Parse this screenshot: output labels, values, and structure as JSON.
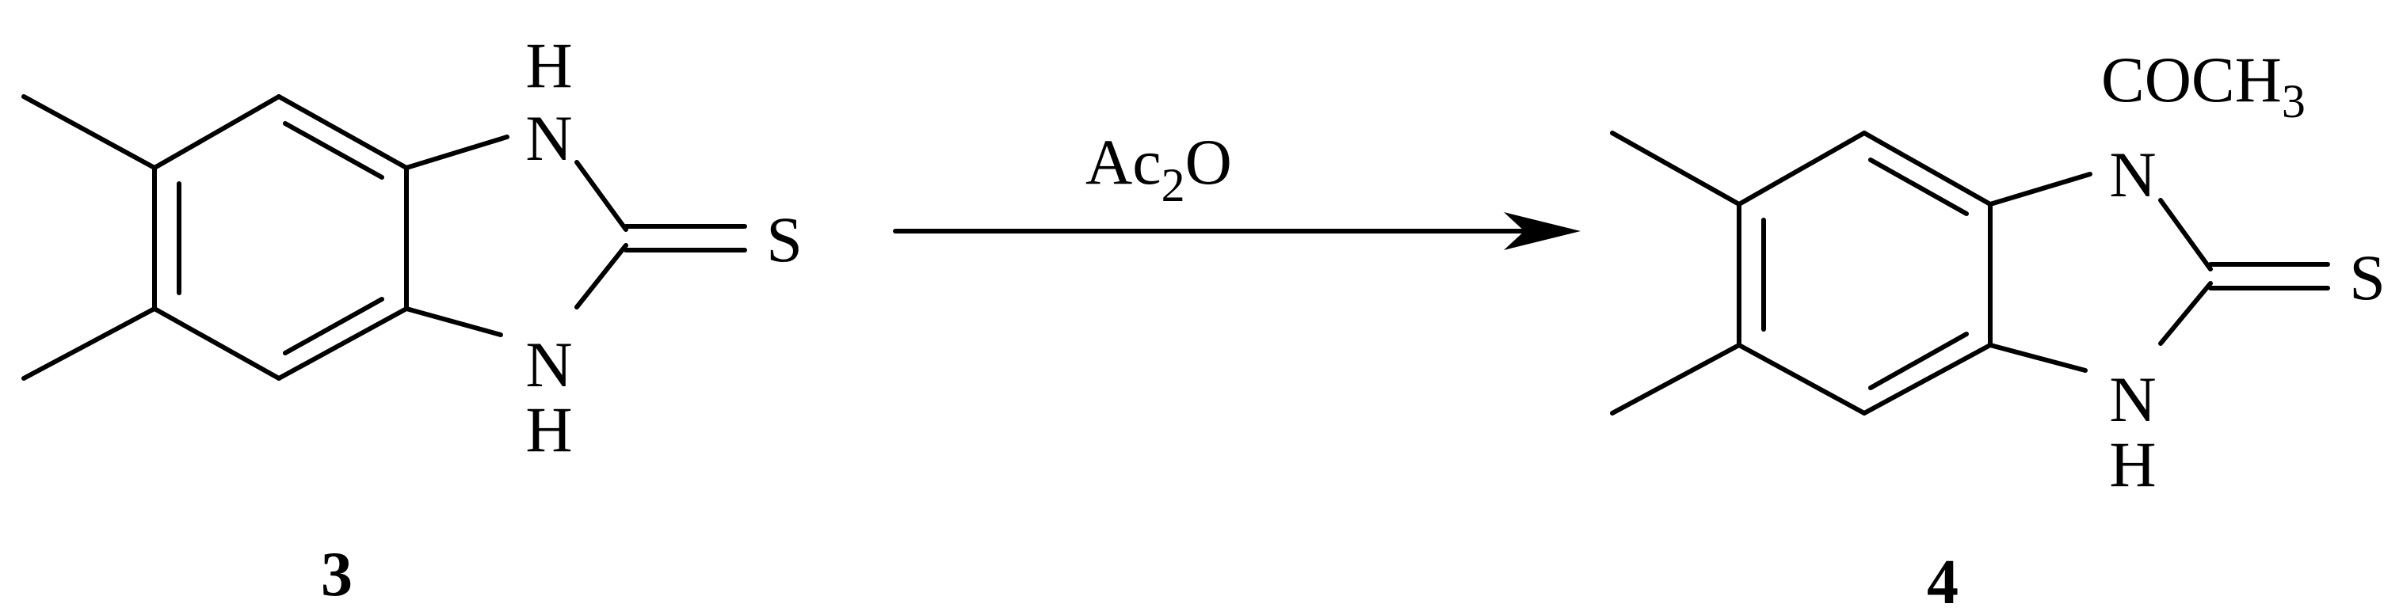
{
  "reactant": {
    "label": "3",
    "atoms": {
      "h_top": "H",
      "n_top": "N",
      "s": "S",
      "n_bottom": "N",
      "h_bottom": "H"
    }
  },
  "reagent": {
    "main": "Ac",
    "subscript": "2",
    "tail": "O"
  },
  "product": {
    "label": "4",
    "atoms": {
      "acetyl_main": "COCH",
      "acetyl_sub": "3",
      "n_top": "N",
      "s": "S",
      "n_bottom": "N",
      "h_bottom": "H"
    }
  }
}
